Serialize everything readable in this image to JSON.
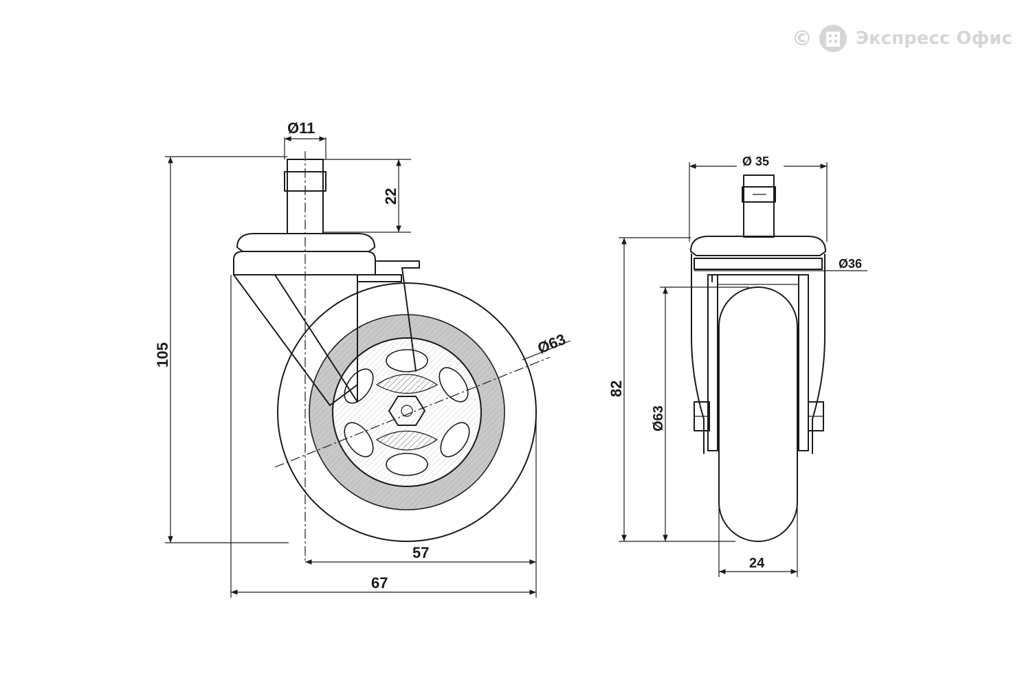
{
  "watermark": {
    "copyright": "©",
    "brand": "Экспресс Офис",
    "logo_icon": "office-building-icon"
  },
  "front_view": {
    "stem_diameter": "Ø11",
    "stem_length": "22",
    "total_height": "105",
    "wheel_diameter": "Ø63",
    "axle_offset": "57",
    "total_depth": "67"
  },
  "side_view": {
    "plate_diameter": "Ø 35",
    "housing_diameter": "Ø36",
    "fork_height": "82",
    "wheel_diameter": "Ø63",
    "wheel_width": "24"
  },
  "colors": {
    "line": "#1a1a1a",
    "tire_fill": "#cfcfcf",
    "watermark": "#d6d6d6"
  }
}
